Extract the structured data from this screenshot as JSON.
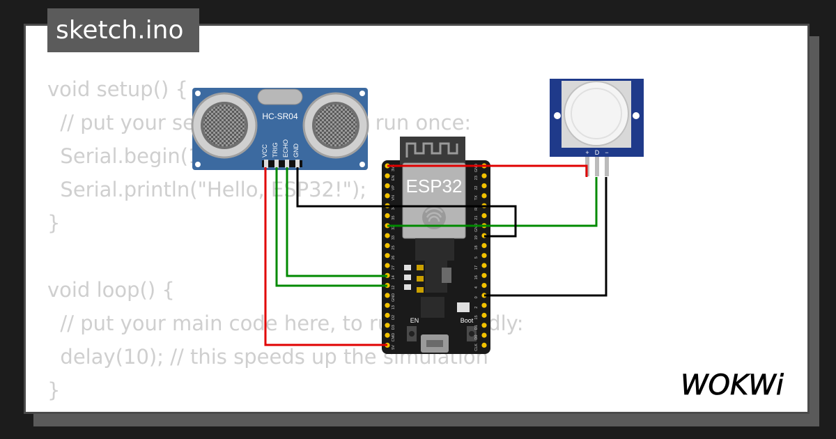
{
  "file_tab": {
    "label": "sketch.ino"
  },
  "code_lines": [
    "void setup() {",
    "  // put your setup code here, to run once:",
    "  Serial.begin(115200);",
    "  Serial.println(\"Hello, ESP32!\");",
    "}",
    "",
    "void loop() {",
    "  // put your main code here, to run repeatedly:",
    "  delay(10); // this speeds up the simulation",
    "}"
  ],
  "hcsr04": {
    "name": "HC-SR04",
    "pins": [
      "VCC",
      "TRIG",
      "ECHO",
      "GND"
    ]
  },
  "esp32": {
    "name": "ESP32",
    "button_en": "EN",
    "button_boot": "Boot",
    "left_pins": [
      "3V3",
      "EN",
      "VP",
      "VN",
      "34",
      "35",
      "32",
      "33",
      "25",
      "26",
      "27",
      "14",
      "12",
      "GND",
      "13",
      "D2",
      "D3",
      "CMD",
      "5V"
    ],
    "right_pins": [
      "GND",
      "23",
      "22",
      "TX",
      "RX",
      "21",
      "GND",
      "19",
      "18",
      "5",
      "17",
      "16",
      "4",
      "0",
      "2",
      "15",
      "D1",
      "D0",
      "CLK"
    ]
  },
  "pir": {
    "pin_labels": [
      "+",
      "D",
      "−"
    ]
  },
  "logo": {
    "text": "WOKWi"
  },
  "colors": {
    "wire_red": "#e00000",
    "wire_green": "#008a00",
    "wire_black": "#000000",
    "sensor_blue": "#3c6aa0",
    "pir_blue": "#1f3a8a",
    "board_black": "#1a1a1a",
    "pin_gold": "#f2c200"
  }
}
